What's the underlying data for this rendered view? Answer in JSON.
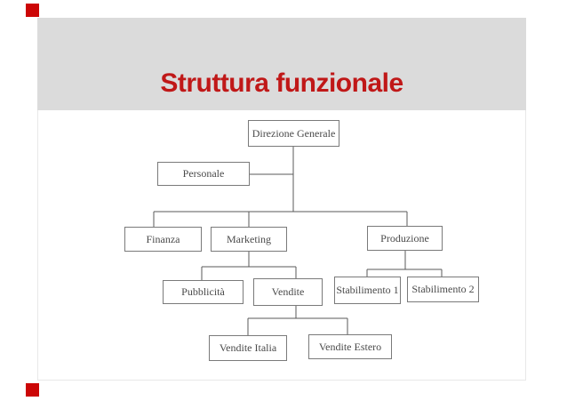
{
  "slide": {
    "title": "Struttura funzionale"
  },
  "colors": {
    "accent": "#cc0606",
    "title_red": "#c01818",
    "band_gray": "#dbdbdb"
  },
  "org_chart": {
    "type": "org-tree",
    "nodes": [
      {
        "id": "direzione-generale",
        "label": "Direzione Generale"
      },
      {
        "id": "personale",
        "label": "Personale"
      },
      {
        "id": "finanza",
        "label": "Finanza"
      },
      {
        "id": "marketing",
        "label": "Marketing"
      },
      {
        "id": "produzione",
        "label": "Produzione"
      },
      {
        "id": "pubblicita",
        "label": "Pubblicità"
      },
      {
        "id": "vendite",
        "label": "Vendite"
      },
      {
        "id": "stabilimento-1",
        "label": "Stabilimento 1"
      },
      {
        "id": "stabilimento-2",
        "label": "Stabilimento 2"
      },
      {
        "id": "vendite-italia",
        "label": "Vendite Italia"
      },
      {
        "id": "vendite-estero",
        "label": "Vendite Estero"
      }
    ],
    "edges": [
      {
        "from": "direzione-generale",
        "to": "personale"
      },
      {
        "from": "direzione-generale",
        "to": "finanza"
      },
      {
        "from": "direzione-generale",
        "to": "marketing"
      },
      {
        "from": "direzione-generale",
        "to": "produzione"
      },
      {
        "from": "marketing",
        "to": "pubblicita"
      },
      {
        "from": "marketing",
        "to": "vendite"
      },
      {
        "from": "produzione",
        "to": "stabilimento-1"
      },
      {
        "from": "produzione",
        "to": "stabilimento-2"
      },
      {
        "from": "vendite",
        "to": "vendite-italia"
      },
      {
        "from": "vendite",
        "to": "vendite-estero"
      }
    ]
  }
}
